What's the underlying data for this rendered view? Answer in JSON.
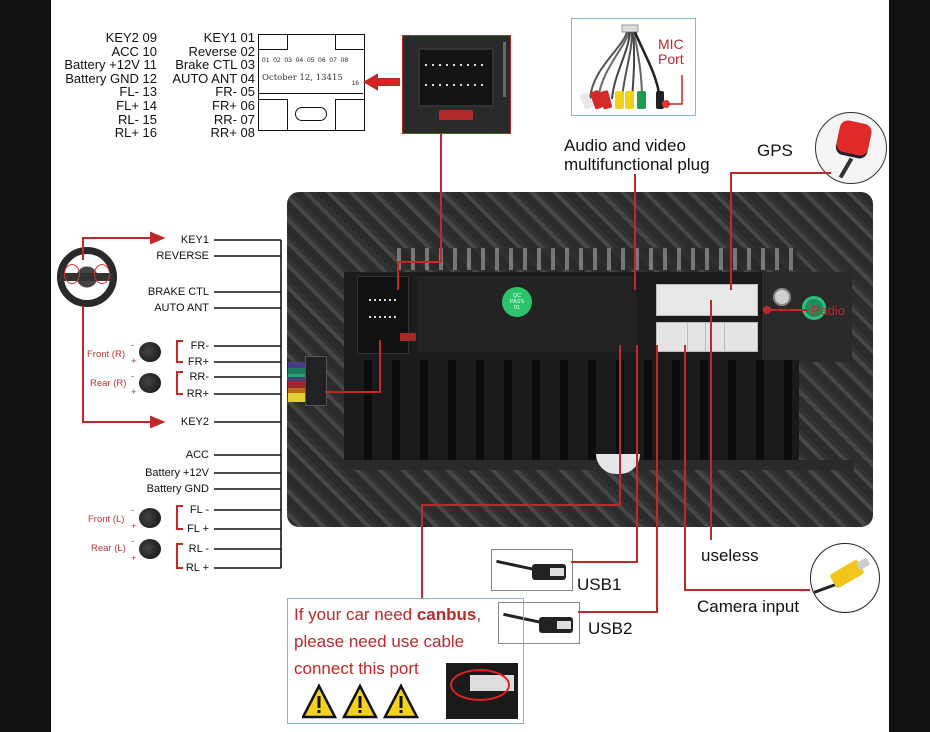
{
  "connector_pinout": {
    "left_column": [
      "KEY2 09",
      "ACC 10",
      "Battery +12V 11",
      "Battery GND 12",
      "FL- 13",
      "FL+ 14",
      "RL- 15",
      "RL+ 16"
    ],
    "right_column": [
      "KEY1 01",
      "Reverse 02",
      "Brake CTL 03",
      "AUTO ANT 04",
      "FR- 05",
      "FR+ 06",
      "RR- 07",
      "RR+ 08"
    ],
    "pin_numbers_top": [
      "01",
      "02",
      "03",
      "04",
      "05",
      "06",
      "07",
      "08"
    ],
    "pin_number_bottom": "16",
    "stamp": "October 12, 13415"
  },
  "av_plug": {
    "mic_label_line1": "MIC",
    "mic_label_line2": "Port",
    "caption_line1": "Audio and video",
    "caption_line2": "multifunctional plug"
  },
  "gps_label": "GPS",
  "radio_label": "Radio",
  "qc_sticker": [
    "QC",
    "PASS",
    "01"
  ],
  "wires": [
    {
      "label": "KEY1"
    },
    {
      "label": "REVERSE"
    },
    {
      "label": "BRAKE CTL"
    },
    {
      "label": "AUTO ANT"
    },
    {
      "label": "FR-"
    },
    {
      "label": "FR+"
    },
    {
      "label": "RR-"
    },
    {
      "label": "RR+"
    },
    {
      "label": "KEY2"
    },
    {
      "label": "ACC"
    },
    {
      "label": "Battery +12V"
    },
    {
      "label": "Battery GND"
    },
    {
      "label": "FL -"
    },
    {
      "label": "FL +"
    },
    {
      "label": "RL -"
    },
    {
      "label": "RL +"
    }
  ],
  "speakers": [
    {
      "label": "Front (R)",
      "minus": "-",
      "plus": "+"
    },
    {
      "label": "Rear (R)",
      "minus": "-",
      "plus": "+"
    },
    {
      "label": "Front (L)",
      "minus": "-",
      "plus": "+"
    },
    {
      "label": "Rear (L)",
      "minus": "-",
      "plus": "+"
    }
  ],
  "ports": {
    "usb1": "USB1",
    "usb2": "USB2",
    "useless": "useless",
    "camera": "Camera input"
  },
  "canbus_note": {
    "line1_prefix": "If your car need ",
    "line1_bold": "canbus",
    "line1_suffix": ",",
    "line2": "please need use cable",
    "line3": "connect this port"
  },
  "colors": {
    "accent_red": "#c0282a",
    "wire_black": "#111111",
    "frame_blue": "#7fb9cc",
    "warning_yellow": "#f2d21b",
    "qc_green": "#2bc46b",
    "radio_green": "#1e8f5a"
  }
}
